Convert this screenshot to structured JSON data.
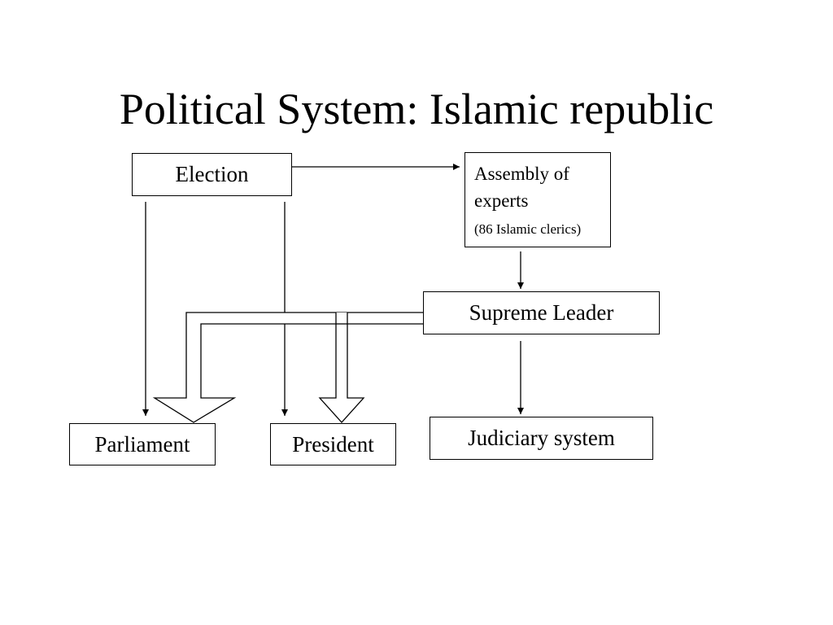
{
  "slide": {
    "title": "Political System: Islamic republic"
  },
  "boxes": {
    "election": "Election",
    "assembly": {
      "line1": "Assembly of",
      "line2": "experts",
      "note": "(86 Islamic clerics)"
    },
    "supreme_leader": "Supreme Leader",
    "parliament": "Parliament",
    "president": "President",
    "judiciary": "Judiciary system"
  },
  "colors": {
    "line": "#000000",
    "background": "#ffffff"
  }
}
